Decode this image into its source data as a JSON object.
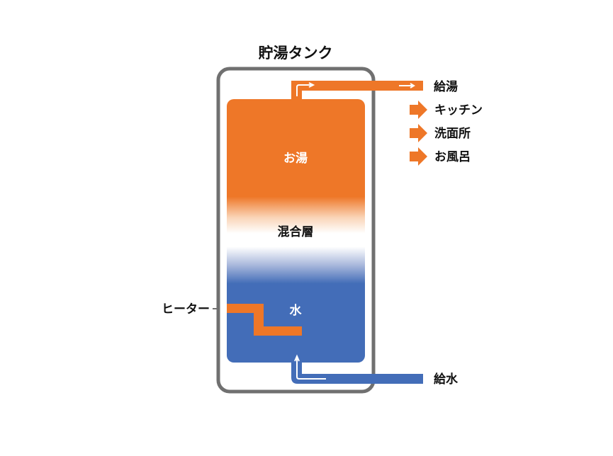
{
  "title": "貯湯タンク",
  "zones": {
    "hot": "お湯",
    "mixed": "混合層",
    "cold": "水"
  },
  "heater_label": "ヒーター",
  "outlet": {
    "label": "給湯",
    "destinations": [
      "キッチン",
      "洗面所",
      "お風呂"
    ]
  },
  "inlet": {
    "label": "給水"
  },
  "colors": {
    "tank_outline": "#707070",
    "hot": "#EE7728",
    "cold": "#436DB8",
    "heater": "#EE7728",
    "text_dark": "#111111",
    "text_light": "#ffffff"
  }
}
